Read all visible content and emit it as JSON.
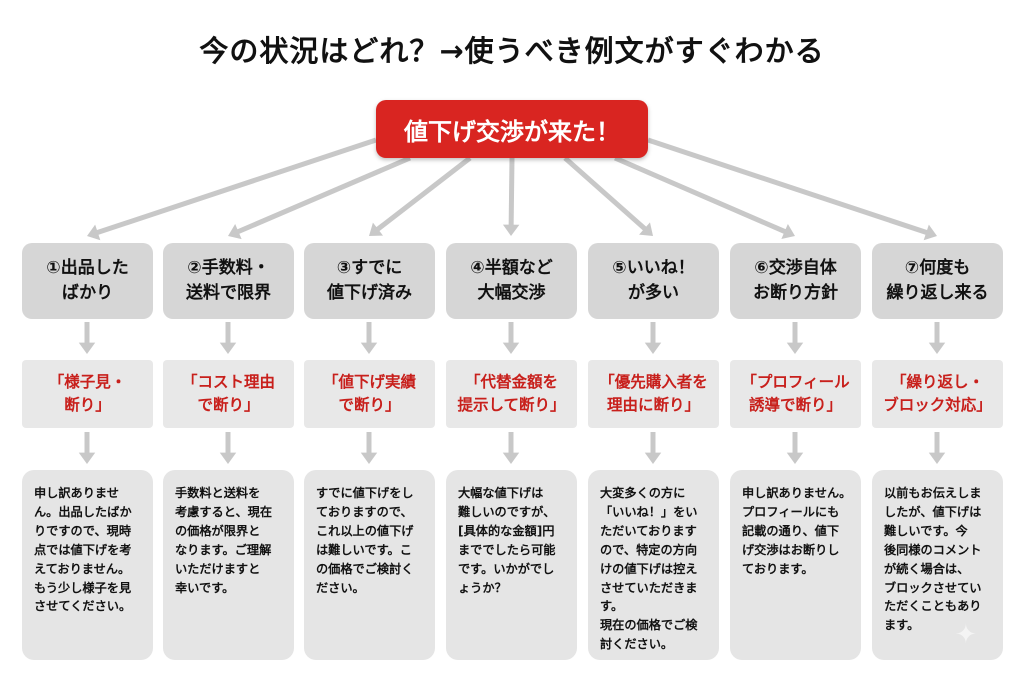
{
  "title": "今の状況はどれ？→使うべき例文がすぐわかる",
  "root": "値下げ交渉が来た！",
  "columns": [
    {
      "situation": "①出品した\nばかり",
      "strategy": "「様子見・\n断り」",
      "example": "申し訳ありませ\nん。出品したばか\nりですので、現時\n点では値下げを考\nえておりません。\nもう少し様子を見\nさせてください。"
    },
    {
      "situation": "②手数料・\n送料で限界",
      "strategy": "「コスト理由\nで断り」",
      "example": "手数料と送料を\n考慮すると、現在\nの価格が限界と\nなります。ご理解\nいただけますと\n幸いです。"
    },
    {
      "situation": "③すでに\n値下げ済み",
      "strategy": "「値下げ実績\nで断り」",
      "example": "すでに値下げをし\nておりますので、\nこれ以上の値下げ\nは難しいです。こ\nの価格でご検討く\nださい。"
    },
    {
      "situation": "④半額など\n大幅交渉",
      "strategy": "「代替金額を\n提示して断り」",
      "example": "大幅な値下げは\n難しいのですが、\n[具体的な金額]円\nまででしたら可能\nです。いかがでし\nょうか？"
    },
    {
      "situation": "⑤いいね！\nが多い",
      "strategy": "「優先購入者を\n理由に断り」",
      "example": "大変多くの方に\n「いいね！」をい\nただいております\nので、特定の方向\nけの値下げは控え\nさせていただきま\nす。\n現在の価格でご検\n討ください。"
    },
    {
      "situation": "⑥交渉自体\nお断り方針",
      "strategy": "「プロフィール\n誘導で断り」",
      "example": "申し訳ありません。\nプロフィールにも\n記載の通り、値下\nげ交渉はお断りし\nております。"
    },
    {
      "situation": "⑦何度も\n繰り返し来る",
      "strategy": "「繰り返し・\nブロック対応」",
      "example": "以前もお伝えしま\nしたが、値下げは\n難しいです。今\n後同様のコメント\nが続く場合は、\nブロックさせてい\nただくこともあり\nます。"
    }
  ],
  "colors": {
    "accent": "#d92521",
    "arrow": "#c8c8c8",
    "situation_bg": "#d6d6d6"
  }
}
